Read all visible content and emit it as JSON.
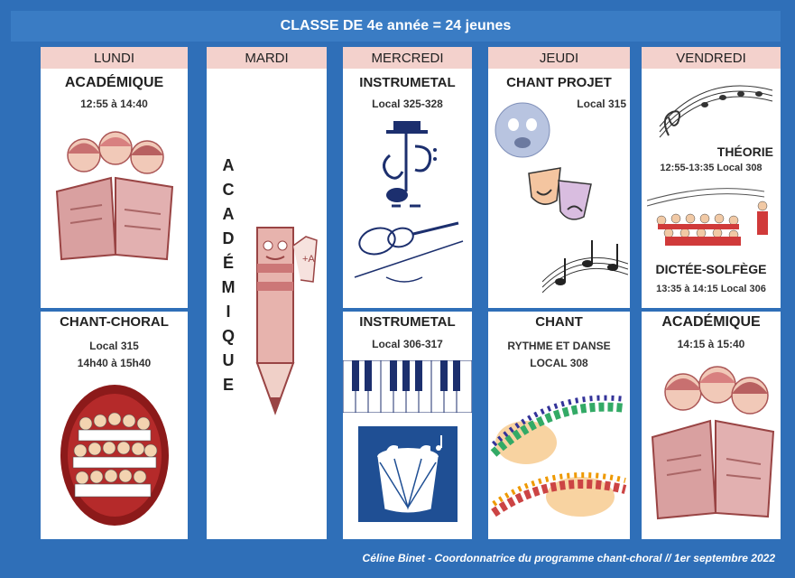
{
  "title": "CLASSE DE 4e année = 24 jeunes",
  "days": [
    "LUNDI",
    "MARDI",
    "MERCREDI",
    "JEUDI",
    "VENDREDI"
  ],
  "lundi": {
    "top_title": "ACADÉMIQUE",
    "top_time": "12:55 à 14:40",
    "bottom_title": "CHANT-CHORAL",
    "bottom_local": "Local 315",
    "bottom_time": "14h40 à 15h40"
  },
  "mardi": {
    "letters": [
      "A",
      "C",
      "A",
      "D",
      "É",
      "M",
      "I",
      "Q",
      "U",
      "E"
    ]
  },
  "mercredi": {
    "top_title": "INSTRUMETAL",
    "top_local": "Local 325-328",
    "bottom_title": "INSTRUMETAL",
    "bottom_local": "Local 306-317"
  },
  "jeudi": {
    "top_title": "CHANT PROJET",
    "top_local": "Local 315",
    "bottom_title": "CHANT",
    "bottom_sub": "RYTHME ET DANSE",
    "bottom_local": "LOCAL 308"
  },
  "vendredi": {
    "theorie": "THÉORIE",
    "theorie_time": "12:55-13:35 Local 308",
    "dictee": "DICTÉE-SOLFÈGE",
    "dictee_time": "13:35 à 14:15   Local 306",
    "bottom_title": "ACADÉMIQUE",
    "bottom_time": "14:15 à 15:40"
  },
  "footer": "Céline Binet - Coordonnatrice du programme chant-choral // 1er septembre 2022"
}
